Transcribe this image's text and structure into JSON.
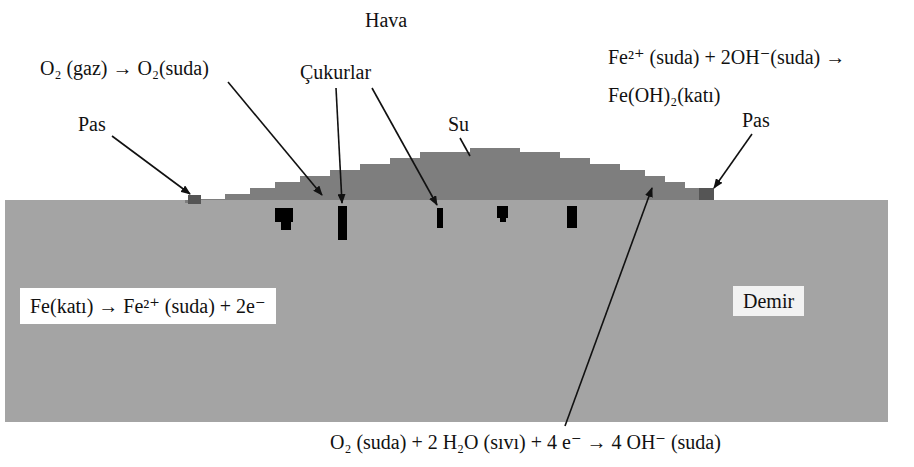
{
  "diagram": {
    "nodes": [
      {
        "text": [
          "Demir"
        ]
      },
      {
        "text": [
          "Fe(katı) → Fe²⁺ (suda) + 2e⁻"
        ],
        "in": 0
      }
    ],
    "labels": [
      "Hava",
      "O₂ (gaz) → O₂(suda)",
      "Çukurlar",
      "Su",
      "Fe²⁺ (suda) + 2OH⁻(suda) → Fe(OH)₂(katı)",
      "Pas",
      "Pas",
      "O₂ (suda) + 2 H₂O (sıvı) + 4 e⁻ → 4 OH⁻ (suda)"
    ]
  }
}
